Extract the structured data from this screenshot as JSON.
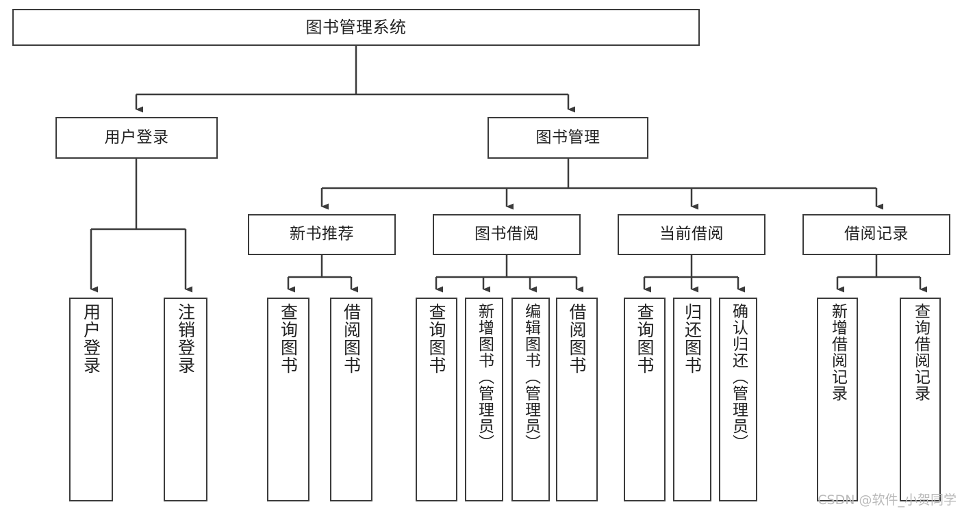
{
  "diagram": {
    "title": "图书管理系统",
    "type": "tree",
    "watermark": "CSDN @软件_小贺同学",
    "colors": {
      "box_border": "#3b3b3b",
      "box_fill": "#ffffff",
      "connector": "#3b3b3b",
      "text": "#222222",
      "watermark": "#b9b9b9",
      "background": "#ffffff"
    },
    "root": {
      "label": "图书管理系统"
    },
    "level2": [
      {
        "label": "用户登录"
      },
      {
        "label": "图书管理"
      }
    ],
    "level3": [
      {
        "label": "新书推荐"
      },
      {
        "label": "图书借阅"
      },
      {
        "label": "当前借阅"
      },
      {
        "label": "借阅记录"
      }
    ],
    "leaves": {
      "user_login": [
        {
          "label": "用户登录"
        },
        {
          "label": "注销登录"
        }
      ],
      "new_book_recommend": [
        {
          "label": "查询图书"
        },
        {
          "label": "借阅图书"
        }
      ],
      "book_borrow": [
        {
          "label": "查询图书"
        },
        {
          "label": "新增图书（管理员）"
        },
        {
          "label": "编辑图书（管理员）"
        },
        {
          "label": "借阅图书"
        }
      ],
      "current_borrow": [
        {
          "label": "查询图书"
        },
        {
          "label": "归还图书"
        },
        {
          "label": "确认归还（管理员）"
        }
      ],
      "borrow_record": [
        {
          "label": "新增借阅记录"
        },
        {
          "label": "查询借阅记录"
        }
      ]
    }
  }
}
